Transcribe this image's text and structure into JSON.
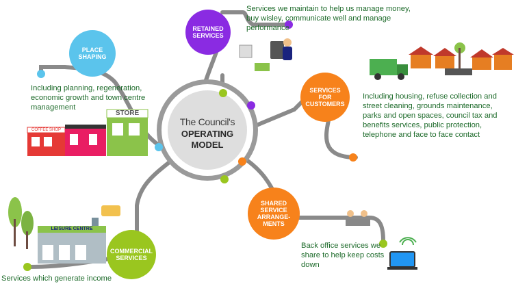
{
  "center": {
    "line1": "The Council's",
    "line2": "OPERATING",
    "line3": "MODEL"
  },
  "bubbles": {
    "place_shaping": {
      "label": "PLACE SHAPING",
      "color": "#5bc4ec"
    },
    "retained_services": {
      "label": "RETAINED SERVICES",
      "color": "#8a2be2"
    },
    "services_for_customers": {
      "label": "SERVICES FOR CUSTOMERS",
      "color": "#f7821b"
    },
    "shared_service": {
      "label": "SHARED SERVICE ARRANGE-MENTS",
      "color": "#f7821b"
    },
    "commercial_services": {
      "label": "COMMERCIAL SERVICES",
      "color": "#9ac61f"
    }
  },
  "descriptions": {
    "place_shaping": "Including planning, regeneration, economic growth and town centre management",
    "retained_services": "Services we maintain to help us manage money, buy wisley, communicate well and manage performance",
    "services_for_customers": "Including housing, refuse collection and street cleaning, grounds maintenance, parks and open spaces, council tax and benefits services, public protection, telephone and face to face contact",
    "shared_service": "Back office services we share to help keep costs down",
    "commercial_services": "Services which generate income"
  },
  "illustrations": {
    "store_sign": "STORE",
    "coffee_shop_sign": "COFFEE SHOP",
    "leisure_centre_sign": "LEISURE CENTRE"
  },
  "colors": {
    "text_green": "#1e6b2b",
    "connector_grey": "#8a8a8a",
    "dot_purple": "#8a2be2",
    "dot_orange": "#f7821b",
    "dot_green": "#9ac61f",
    "dot_blue": "#5bc4ec"
  }
}
